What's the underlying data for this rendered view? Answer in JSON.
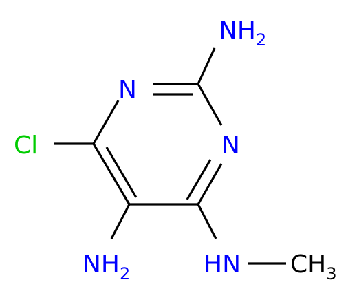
{
  "molecule": {
    "atoms": {
      "nh2_top": {
        "main": "NH",
        "sub": "2"
      },
      "n_ring_top": {
        "main": "N"
      },
      "n_ring_right": {
        "main": "N"
      },
      "cl": {
        "main": "Cl"
      },
      "nh2_bottom": {
        "main": "NH",
        "sub": "2"
      },
      "nh": {
        "main": "HN"
      },
      "ch3": {
        "main": "CH",
        "sub": "3"
      }
    },
    "colors": {
      "nitrogen": "#0000ff",
      "chlorine": "#00cc00",
      "carbon": "#000000",
      "background": "#ffffff"
    }
  }
}
